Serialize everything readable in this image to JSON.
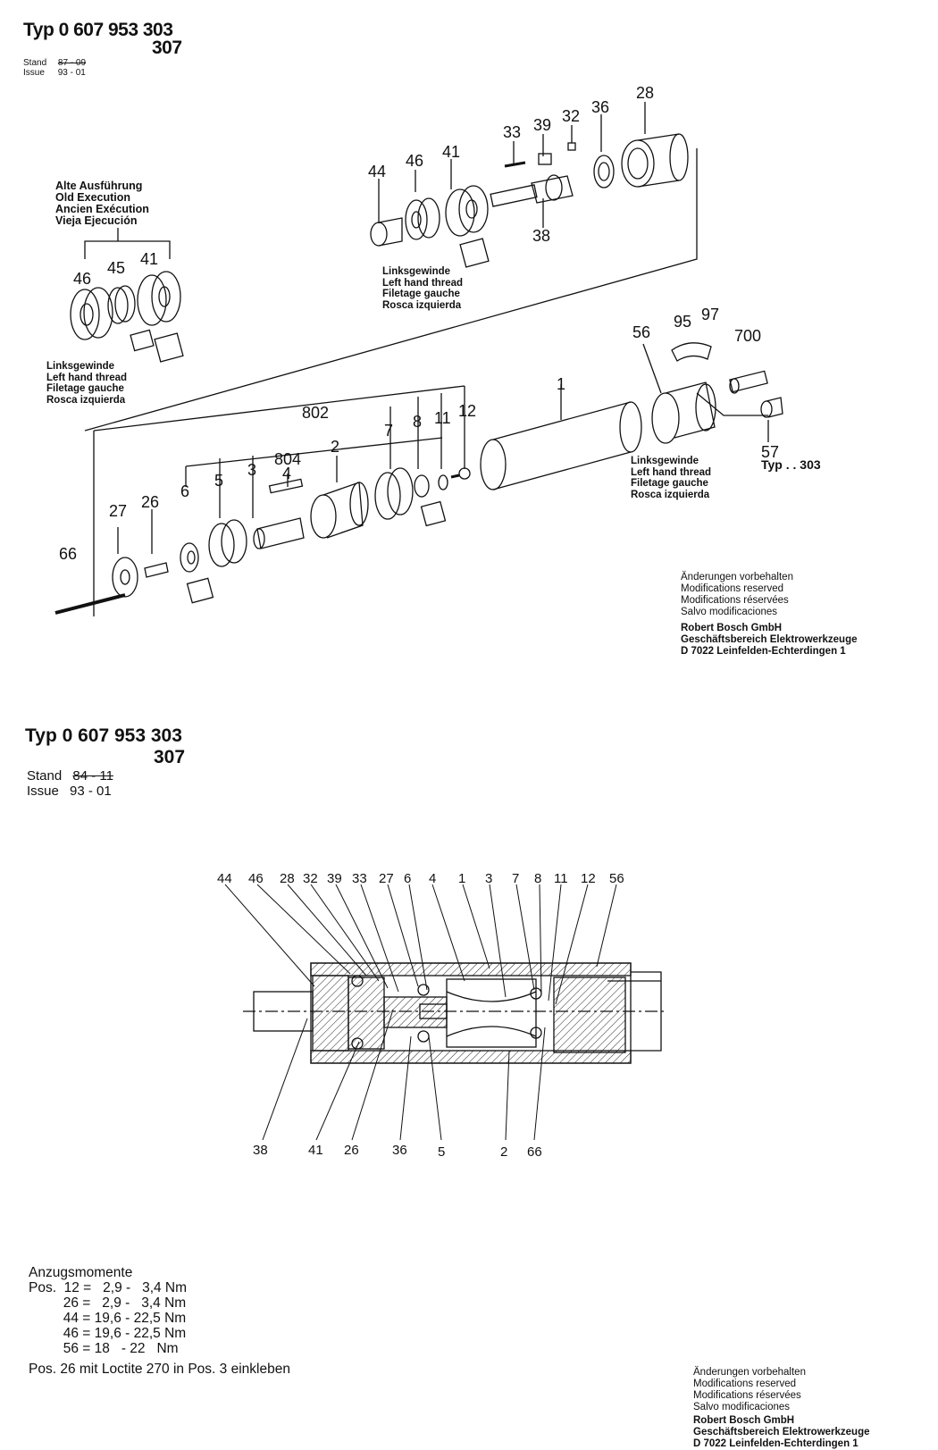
{
  "top": {
    "typ_line1": "Typ 0 607 953 303",
    "typ_line2": "307",
    "stand_label": "Stand",
    "stand_value": "87 - 09",
    "issue_label": "Issue",
    "issue_value": "93 - 01",
    "old_execution": [
      "Alte Ausführung",
      "Old Execution",
      "Ancien Exécution",
      "Vieja Ejecución"
    ],
    "left_thread_a": [
      "Linksgewinde",
      "Left hand thread",
      "Filetage gauche",
      "Rosca izquierda"
    ],
    "left_thread_b": [
      "Linksgewinde",
      "Left hand thread",
      "Filetage gauche",
      "Rosca izquierda"
    ],
    "left_thread_c": [
      "Linksgewinde",
      "Left hand thread",
      "Filetage gauche",
      "Rosca izquierda"
    ],
    "typ_303_note": "Typ . . 303",
    "labels": {
      "l44": "44",
      "l46": "46",
      "l41": "41",
      "l33": "33",
      "l39": "39",
      "l32": "32",
      "l36": "36",
      "l28": "28",
      "l38": "38",
      "o46": "46",
      "o45": "45",
      "o41": "41",
      "l56": "56",
      "l95": "95",
      "l97": "97",
      "l700": "700",
      "l1": "1",
      "l57": "57",
      "l802": "802",
      "l7": "7",
      "l8": "8",
      "l11": "11",
      "l12": "12",
      "l804": "804",
      "l4": "4",
      "l2": "2",
      "l6": "6",
      "l5": "5",
      "l3": "3",
      "l27": "27",
      "l26": "26",
      "l66": "66"
    },
    "footer": [
      "Änderungen vorbehalten",
      "Modifications reserved",
      "Modifications réservées",
      "Salvo modificaciones"
    ],
    "company": [
      "Robert Bosch GmbH",
      "Geschäftsbereich Elektrowerkzeuge",
      "D 7022 Leinfelden-Echterdingen 1"
    ]
  },
  "bottom": {
    "typ_line1": "Typ 0 607 953 303",
    "typ_line2": "307",
    "stand_label": "Stand",
    "stand_value": "84 - 11",
    "issue_label": "Issue",
    "issue_value": "93 - 01",
    "top_callouts": [
      "44",
      "46",
      "28",
      "32",
      "39",
      "33",
      "27",
      "6",
      "4",
      "1",
      "3",
      "7",
      "8",
      "11",
      "12",
      "56"
    ],
    "bottom_callouts": [
      "38",
      "41",
      "26",
      "36",
      "5",
      "2",
      "66"
    ],
    "torque_title": "Anzugsmomente",
    "torque_rows": [
      "Pos.  12 =   2,9 -   3,4 Nm",
      "         26 =   2,9 -   3,4 Nm",
      "         44 = 19,6 - 22,5 Nm",
      "         46 = 19,6 - 22,5 Nm",
      "         56 = 18   - 22   Nm"
    ],
    "loctite_note": "Pos. 26 mit Loctite 270 in Pos. 3 einkleben",
    "footer": [
      "Änderungen vorbehalten",
      "Modifications reserved",
      "Modifications réservées",
      "Salvo modificaciones"
    ],
    "company": [
      "Robert Bosch GmbH",
      "Geschäftsbereich Elektrowerkzeuge",
      "D 7022 Leinfelden-Echterdingen 1"
    ]
  }
}
